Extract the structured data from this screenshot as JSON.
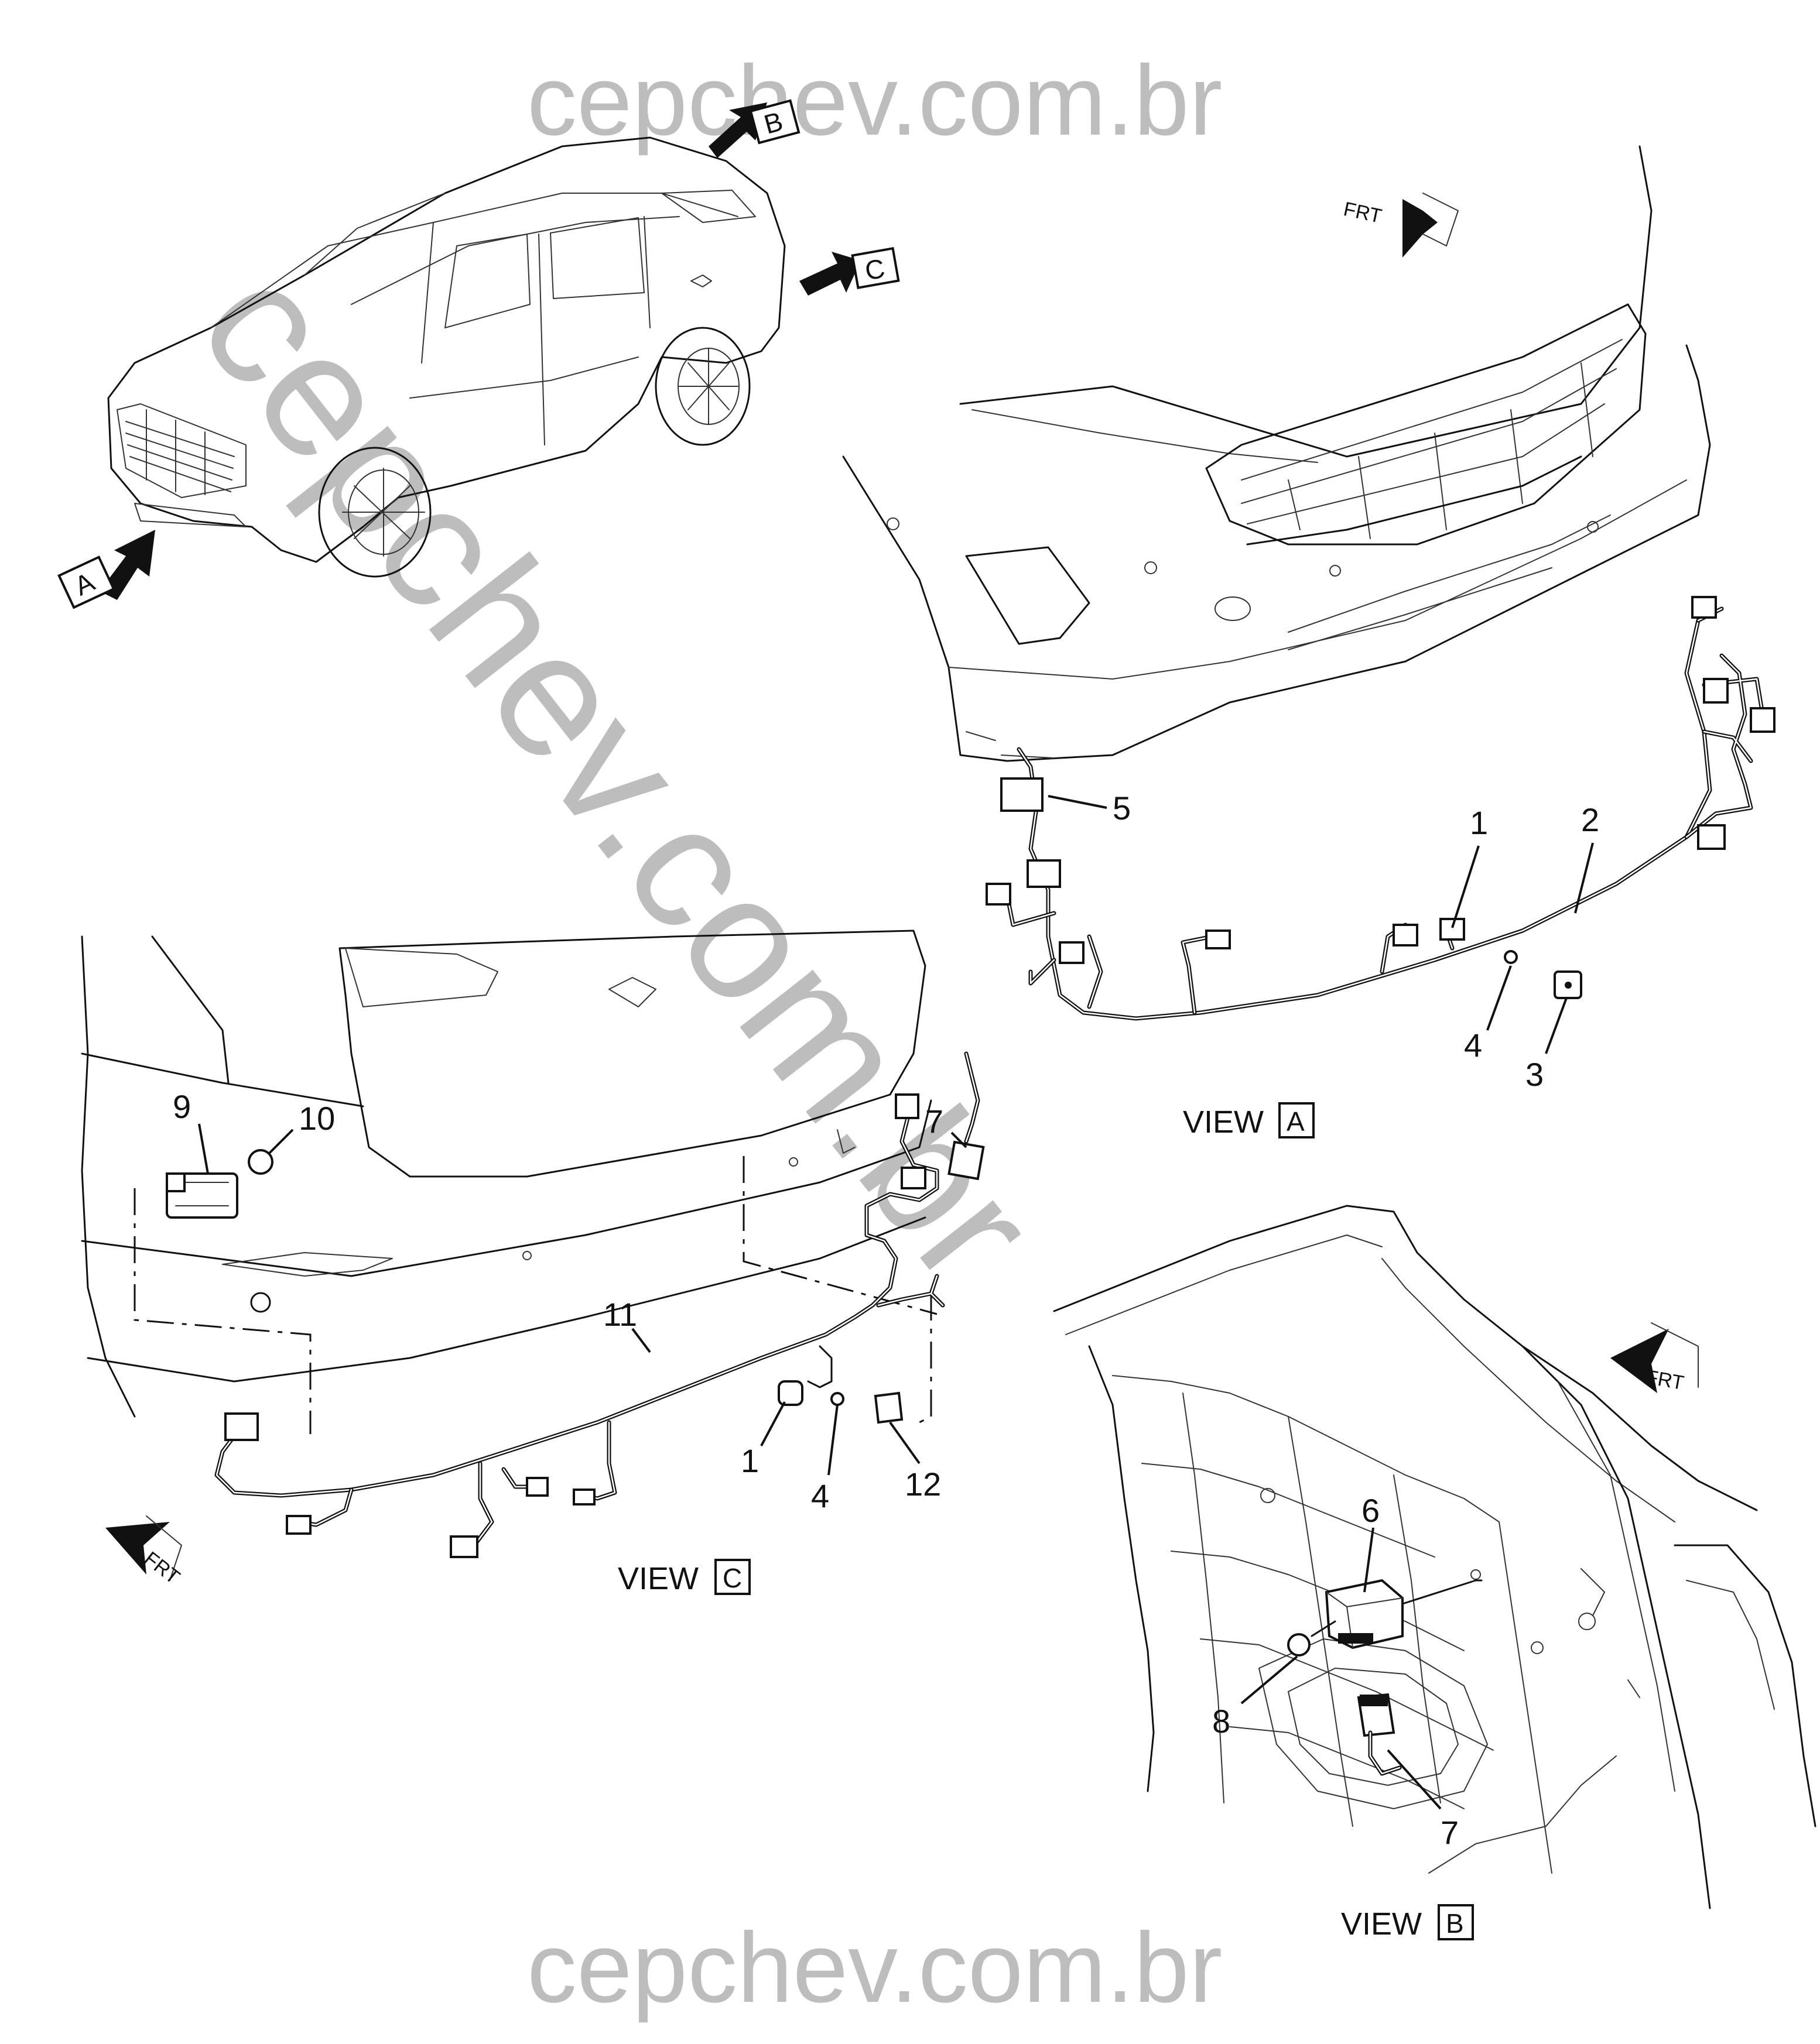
{
  "watermark": {
    "top": "cepchev.com.br",
    "bottom": "cepchev.com.br",
    "diagonal": "cepchev.com.br"
  },
  "vehicle_view_arrows": [
    "A",
    "B",
    "C"
  ],
  "views": {
    "a": {
      "word": "VIEW",
      "letter": "A"
    },
    "b": {
      "word": "VIEW",
      "letter": "B"
    },
    "c": {
      "word": "VIEW",
      "letter": "C"
    }
  },
  "frt_label": "FRT",
  "callouts": {
    "view_a": [
      "5",
      "1",
      "2",
      "4",
      "3"
    ],
    "view_c": [
      "9",
      "10",
      "7",
      "11",
      "1",
      "4",
      "12"
    ],
    "view_b": [
      "6",
      "8",
      "7"
    ]
  }
}
